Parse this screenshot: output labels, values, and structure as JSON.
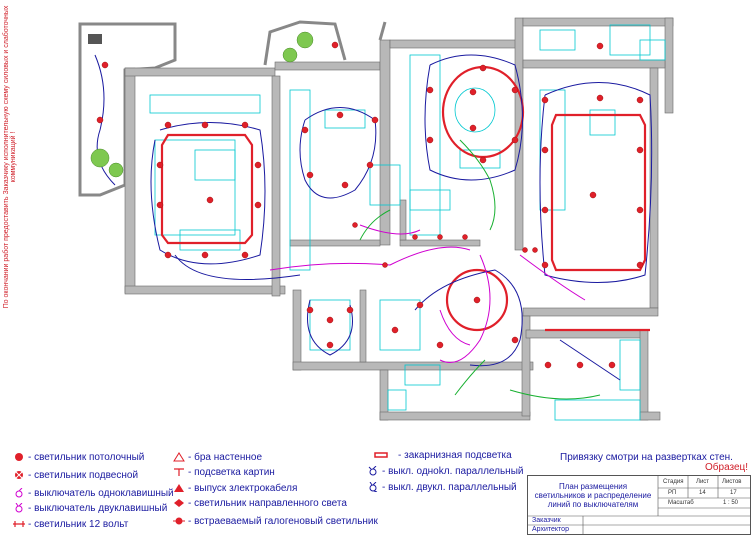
{
  "side_note": "По окончании работ предоставить Заказчику исполнительную схему силовых и слаботочных коммуникаций !",
  "note": "Привязку смотри на развертках стен.",
  "sample_label": "Образец!",
  "legend": [
    {
      "id": "ceiling",
      "text": "- светильник потолочный",
      "symbol": "ceiling-light-icon"
    },
    {
      "id": "pendant",
      "text": "- светильник подвесной",
      "symbol": "pendant-light-icon"
    },
    {
      "id": "switch1",
      "text": "- выключатель одноклавишный",
      "symbol": "single-switch-icon"
    },
    {
      "id": "switch2",
      "text": "- выключатель двуклавишный",
      "symbol": "double-switch-icon"
    },
    {
      "id": "12v",
      "text": "- светильник 12 вольт",
      "symbol": "12v-light-icon"
    },
    {
      "id": "sconce",
      "text": "- бра настенное",
      "symbol": "sconce-icon"
    },
    {
      "id": "picture",
      "text": "- подсветка картин",
      "symbol": "picture-light-icon"
    },
    {
      "id": "cable",
      "text": "- выпуск злектрокабеля",
      "symbol": "cable-outlet-icon"
    },
    {
      "id": "directional",
      "text": "- светильник направленного света",
      "symbol": "directional-light-icon"
    },
    {
      "id": "halogen",
      "text": "- встраеваемый галогеновый светильник",
      "symbol": "halogen-light-icon"
    },
    {
      "id": "cornice",
      "text": "- закарнизная подсветка",
      "symbol": "cornice-light-icon"
    },
    {
      "id": "par1",
      "text": "- выкл. одноkл. параллельный",
      "symbol": "parallel-single-switch-icon"
    },
    {
      "id": "par2",
      "text": "- выкл. двукл. параллельный",
      "symbol": "parallel-double-switch-icon"
    }
  ],
  "title_block": {
    "title": "План размещения светильников и распределение линий по выключателям",
    "headers": [
      "Стадия",
      "Лист",
      "Листов"
    ],
    "values": [
      "РП",
      "14",
      "17"
    ],
    "scale_label": "Масштаб",
    "scale_value": "1 : 50",
    "customer_label": "Заказчик",
    "architect_label": "Архитектор"
  },
  "colors": {
    "wall": "#b8b8b8",
    "wall_edge": "#6a6a6a",
    "furniture": "#00c8d0",
    "red": "#e0202a",
    "blue": "#1a1aa0",
    "magenta": "#d000d0",
    "green": "#18b030",
    "text": "#1a1aa0"
  }
}
